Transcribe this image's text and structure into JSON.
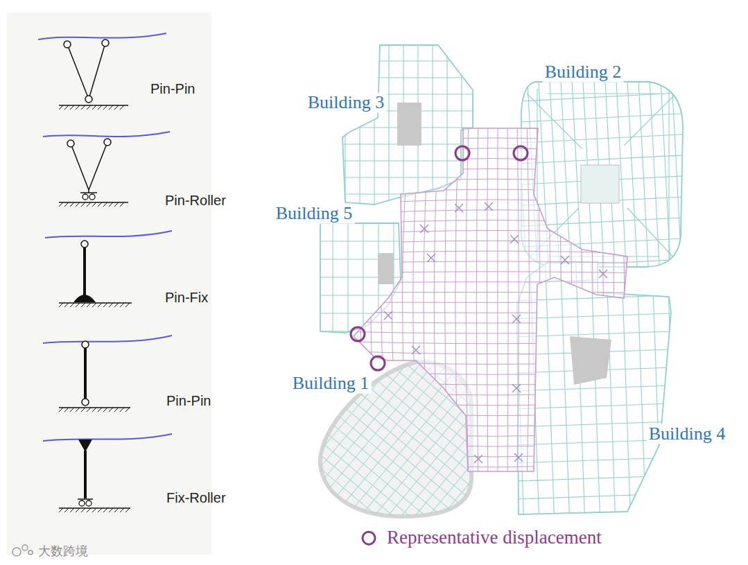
{
  "diagram": {
    "labels": [
      "Pin-Pin",
      "Pin-Roller",
      "Pin-Fix",
      "Pin-Pin",
      "Fix-Roller",
      "Building 3",
      "Building 2",
      "Building 5",
      "Building 1",
      "Building 4",
      "大数跨境"
    ],
    "legend": [
      {
        "text": "Representative displacement"
      }
    ]
  }
}
